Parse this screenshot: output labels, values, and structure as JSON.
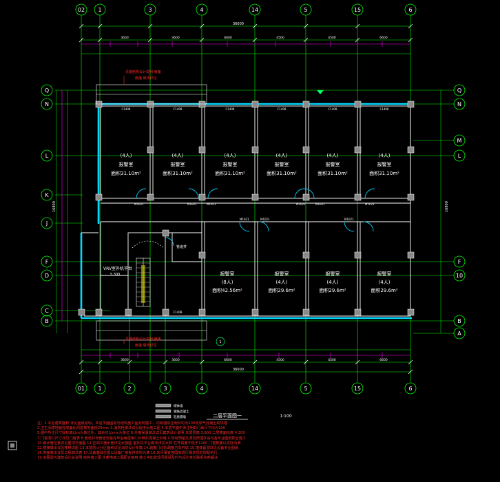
{
  "drawing": {
    "title": "二层平面图一",
    "scale": "1:100",
    "colors": {
      "background": "#000000",
      "axis": "#00ff00",
      "wall": "#ffffff",
      "wall_fill": "#8a8a8a",
      "window": "#00d8ff",
      "dimension": "#ff00ff",
      "text": "#ffffff",
      "notes": "#ff2a2a",
      "door": "#00cfff",
      "marker": "#00ff66"
    }
  },
  "axes": {
    "top": [
      "02",
      "1",
      "3",
      "4",
      "14",
      "5",
      "15",
      "6"
    ],
    "bottom": [
      "01",
      "1",
      "2",
      "3",
      "4",
      "14",
      "5",
      "15",
      "6"
    ],
    "left": [
      "Q",
      "N",
      "L",
      "K",
      "J",
      "F",
      "D",
      "C",
      "B"
    ],
    "right": [
      "Q",
      "N",
      "M",
      "L",
      "F",
      "10",
      "B",
      "A"
    ]
  },
  "rooms": {
    "top": [
      {
        "occupancy": "(4人)",
        "name": "报警室",
        "area": "面积31.10m²"
      },
      {
        "occupancy": "(4人)",
        "name": "报警室",
        "area": "面积31.10m²"
      },
      {
        "occupancy": "(4人)",
        "name": "报警室",
        "area": "面积31.10m²"
      },
      {
        "occupancy": "(4人)",
        "name": "报警室",
        "area": "面积31.10m²"
      },
      {
        "occupancy": "(4人)",
        "name": "报警室",
        "area": "面积31.10m²"
      },
      {
        "occupancy": "(4人)",
        "name": "报警室",
        "area": "面积31.10m²"
      }
    ],
    "bottom": [
      {
        "occupancy": "(8人)",
        "name": "报警室",
        "area": "面积42.56m²"
      },
      {
        "occupancy": "(4人)",
        "name": "报警室",
        "area": "面积29.6m²"
      },
      {
        "occupancy": "(4人)",
        "name": "报警室",
        "area": "面积29.6m²"
      },
      {
        "occupancy": "(4人)",
        "name": "报警室",
        "area": "面积29.6m²"
      }
    ],
    "stair_label": "VRV室外机平台",
    "stair_level": "5.300",
    "duct_label": "管道井"
  },
  "door_tags": [
    "M1021",
    "M1021",
    "M1021",
    "M1021",
    "M1021",
    "M1021",
    "M1021",
    "M1021",
    "M1021"
  ],
  "window_tags": [
    "C1408",
    "C1408",
    "C1408",
    "C1408",
    "C1408",
    "C1408",
    "C1408"
  ],
  "annotations": {
    "top_note": "见钢结构设计说明 雨篷",
    "top_note2": "雨篷 做法详见",
    "bottom_note": "见钢结构设计说明 雨篷",
    "bottom_note2": "雨篷 做法详见"
  },
  "dimensions": {
    "total_top": "36000",
    "total_bottom": "36000",
    "segments_top": [
      "3600",
      "3600",
      "6600",
      "4500",
      "4500",
      "6600"
    ],
    "right_total": "16800",
    "left_total": "16800"
  },
  "legend": {
    "items": [
      "砌体墙",
      "钢筋混凝土",
      "轻质隔墙"
    ]
  },
  "notes": {
    "lines": [
      "注：1.本层建筑面积 详见图纸说明，本层平面图需与结构施工图对照施工，内隔墙除注明外均为200厚加气混凝土砌块墙",
      "2.卫生间楼地面完成面比同层楼地面低20mm  3.消防栓做法详见给排水施工图  4.本层平面中未注明的门垛尺寸均为100",
      "5.图中所注尺寸除标高以m为单位外，其余均以mm为单位  6.外墙保温做法详见建筑设计说明  本层层高 3.900  二层楼面标高 4.200",
      "7.门窗洞口尺寸详见门窗表  8.管道井待管道安装完毕后每层用C20细石混凝土封堵  9.所有预留孔洞及预埋件请与各专业图纸配合施工",
      "10.雨水管位置详见屋顶平面图  11.空调冷凝水管详见水施图  室外机平台做法详见大样  栏杆高度不低于1100  门窗数量以实际为准",
      "12.楼梯做法详见楼梯详图  13.本层防火分区面积详见消防设计专篇  14.疏散门均向疏散方向开启  15.墙体留洞详见设备专业图纸",
      "16.地面做法详见工程做法表  17.设备基础位置以设备厂家提供资料为准  18.未尽事宜按国家现行相关规范规程执行",
      "19.本图需与建筑设计总说明 结构施工图 水暖电施工图配合使用  施工中如发现问题请及时与设计单位联系协商解决"
    ]
  }
}
